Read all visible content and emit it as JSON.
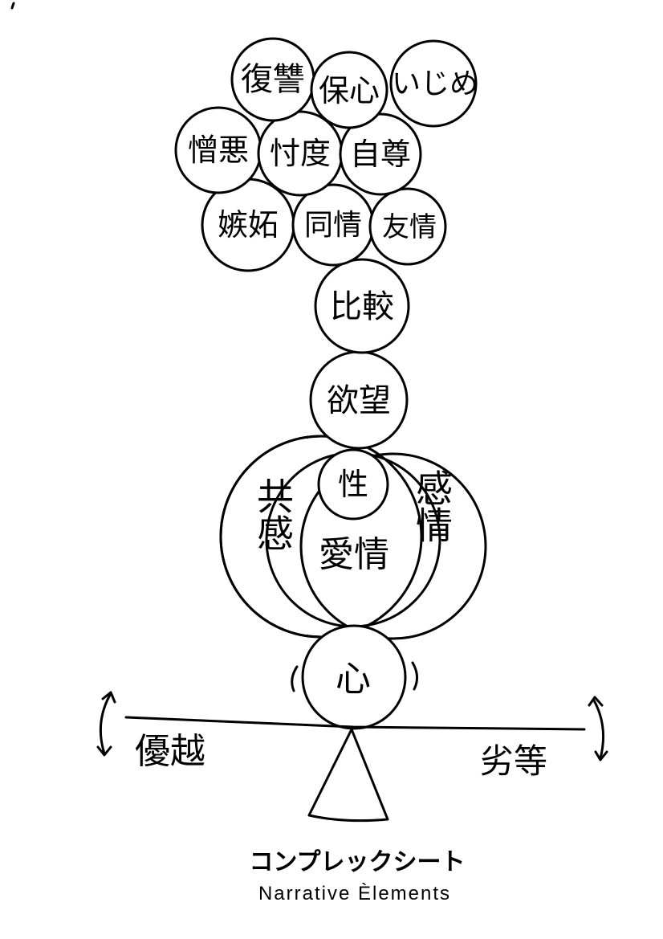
{
  "circles": {
    "fukushu": "復讐",
    "hoshin": "保心",
    "ijime": "いじめ",
    "zouo": "憎悪",
    "sontaku": "忖度",
    "jison": "自尊",
    "shitto": "嫉妬",
    "doujou": "同情",
    "yuujou": "友情",
    "hikaku": "比較",
    "yokubou": "欲望",
    "sei": "性",
    "kyoukan": "共感",
    "aijou": "愛情",
    "kanjou": "感情",
    "kokoro": "心"
  },
  "scale": {
    "left_label": "優越",
    "right_label": "劣等"
  },
  "caption": {
    "title": "コンプレックシート",
    "subtitle": "Narrative Èlements"
  }
}
